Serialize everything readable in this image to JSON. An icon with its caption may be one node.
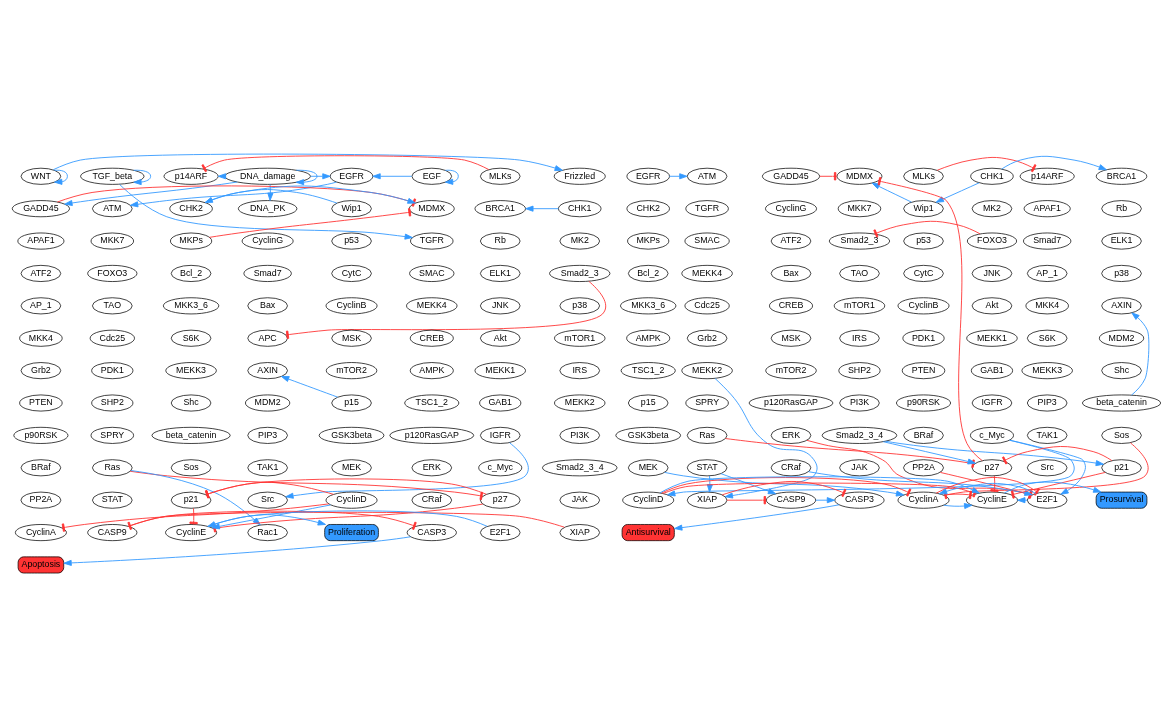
{
  "diagram": {
    "nodes": [
      {
        "text": [
          "WNT"
        ]
      },
      {
        "text": [
          "DNA_damage"
        ]
      },
      {
        "text": [
          "EGF"
        ]
      },
      {
        "text": [
          "TGF_beta"
        ]
      },
      {
        "text": [
          "Frizzled"
        ]
      },
      {
        "text": [
          "MLKs"
        ]
      },
      {
        "text": [
          "p14ARF"
        ]
      },
      {
        "text": [
          "EGFR"
        ]
      },
      {
        "text": [
          "GADD45"
        ]
      },
      {
        "text": [
          "DNA_PK"
        ]
      },
      {
        "text": [
          "MDMX"
        ]
      },
      {
        "text": [
          "ATM"
        ]
      },
      {
        "text": [
          "CHK1"
        ]
      },
      {
        "text": [
          "BRCA1"
        ]
      },
      {
        "text": [
          "CHK2"
        ]
      },
      {
        "text": [
          "Wip1"
        ]
      },
      {
        "text": [
          "APAF1"
        ]
      },
      {
        "text": [
          "CyclinG"
        ]
      },
      {
        "text": [
          "TGFR"
        ]
      },
      {
        "text": [
          "MKK7"
        ]
      },
      {
        "text": [
          "MK2"
        ]
      },
      {
        "text": [
          "Rb"
        ]
      },
      {
        "text": [
          "MKPs"
        ]
      },
      {
        "text": [
          "p53"
        ]
      },
      {
        "text": [
          "ATF2"
        ]
      },
      {
        "text": [
          "Smad7"
        ]
      },
      {
        "text": [
          "SMAC"
        ]
      },
      {
        "text": [
          "FOXO3"
        ]
      },
      {
        "text": [
          "Smad2_3"
        ]
      },
      {
        "text": [
          "ELK1"
        ]
      },
      {
        "text": [
          "Bcl_2"
        ]
      },
      {
        "text": [
          "CytC"
        ]
      },
      {
        "text": [
          "AP_1"
        ]
      },
      {
        "text": [
          "Bax"
        ]
      },
      {
        "text": [
          "MEKK4"
        ]
      },
      {
        "text": [
          "TAO"
        ]
      },
      {
        "text": [
          "p38"
        ]
      },
      {
        "text": [
          "JNK"
        ]
      },
      {
        "text": [
          "MKK3_6"
        ]
      },
      {
        "text": [
          "CyclinB"
        ]
      },
      {
        "text": [
          "MKK4"
        ]
      },
      {
        "text": [
          "APC"
        ]
      },
      {
        "text": [
          "CREB"
        ]
      },
      {
        "text": [
          "Cdc25"
        ]
      },
      {
        "text": [
          "mTOR1"
        ]
      },
      {
        "text": [
          "Akt"
        ]
      },
      {
        "text": [
          "S6K"
        ]
      },
      {
        "text": [
          "MSK"
        ]
      },
      {
        "text": [
          "Grb2"
        ]
      },
      {
        "text": [
          "AXIN"
        ]
      },
      {
        "text": [
          "AMPK"
        ]
      },
      {
        "text": [
          "PDK1"
        ]
      },
      {
        "text": [
          "IRS"
        ]
      },
      {
        "text": [
          "MEKK1"
        ]
      },
      {
        "text": [
          "MEKK3"
        ]
      },
      {
        "text": [
          "mTOR2"
        ]
      },
      {
        "text": [
          "PTEN"
        ]
      },
      {
        "text": [
          "MDM2"
        ]
      },
      {
        "text": [
          "TSC1_2"
        ]
      },
      {
        "text": [
          "SHP2"
        ]
      },
      {
        "text": [
          "MEKK2"
        ]
      },
      {
        "text": [
          "GAB1"
        ]
      },
      {
        "text": [
          "Shc"
        ]
      },
      {
        "text": [
          "p15"
        ]
      },
      {
        "text": [
          "p90RSK"
        ]
      },
      {
        "text": [
          "PIP3"
        ]
      },
      {
        "text": [
          "p120RasGAP"
        ]
      },
      {
        "text": [
          "SPRY"
        ]
      },
      {
        "text": [
          "PI3K"
        ]
      },
      {
        "text": [
          "IGFR"
        ]
      },
      {
        "text": [
          "beta_catenin"
        ]
      },
      {
        "text": [
          "GSK3beta"
        ]
      },
      {
        "text": [
          "BRaf"
        ]
      },
      {
        "text": [
          "TAK1"
        ]
      },
      {
        "text": [
          "ERK"
        ]
      },
      {
        "text": [
          "Ras"
        ]
      },
      {
        "text": [
          "Smad2_3_4"
        ]
      },
      {
        "text": [
          "c_Myc"
        ]
      },
      {
        "text": [
          "Sos"
        ]
      },
      {
        "text": [
          "MEK"
        ]
      },
      {
        "text": [
          "PP2A"
        ]
      },
      {
        "text": [
          "Src"
        ]
      },
      {
        "text": [
          "CRaf"
        ]
      },
      {
        "text": [
          "STAT"
        ]
      },
      {
        "text": [
          "JAK"
        ]
      },
      {
        "text": [
          "p27"
        ]
      },
      {
        "text": [
          "p21"
        ]
      },
      {
        "text": [
          "CyclinD"
        ]
      },
      {
        "text": [
          "CyclinA"
        ]
      },
      {
        "text": [
          "Rac1"
        ]
      },
      {
        "text": [
          "CASP3"
        ]
      },
      {
        "text": [
          "CASP9"
        ]
      },
      {
        "text": [
          "XIAP"
        ]
      },
      {
        "text": [
          "E2F1"
        ]
      },
      {
        "text": [
          "CyclinE"
        ]
      },
      {
        "text": [
          "Proliferation"
        ]
      },
      {
        "text": [
          "Apoptosis"
        ]
      },
      {
        "text": [
          "EGFR"
        ]
      },
      {
        "text": [
          "MLKs"
        ]
      },
      {
        "text": [
          "p14ARF"
        ]
      },
      {
        "text": [
          "GADD45"
        ]
      },
      {
        "text": [
          "ATM"
        ]
      },
      {
        "text": [
          "MDMX"
        ]
      },
      {
        "text": [
          "CHK1"
        ]
      },
      {
        "text": [
          "BRCA1"
        ]
      },
      {
        "text": [
          "CHK2"
        ]
      },
      {
        "text": [
          "Wip1"
        ]
      },
      {
        "text": [
          "APAF1"
        ]
      },
      {
        "text": [
          "CyclinG"
        ]
      },
      {
        "text": [
          "TGFR"
        ]
      },
      {
        "text": [
          "MKK7"
        ]
      },
      {
        "text": [
          "MK2"
        ]
      },
      {
        "text": [
          "Rb"
        ]
      },
      {
        "text": [
          "MKPs"
        ]
      },
      {
        "text": [
          "p53"
        ]
      },
      {
        "text": [
          "Smad7"
        ]
      },
      {
        "text": [
          "ATF2"
        ]
      },
      {
        "text": [
          "SMAC"
        ]
      },
      {
        "text": [
          "Smad2_3"
        ]
      },
      {
        "text": [
          "FOXO3"
        ]
      },
      {
        "text": [
          "ELK1"
        ]
      },
      {
        "text": [
          "Bcl_2"
        ]
      },
      {
        "text": [
          "CytC"
        ]
      },
      {
        "text": [
          "AP_1"
        ]
      },
      {
        "text": [
          "Bax"
        ]
      },
      {
        "text": [
          "MEKK4"
        ]
      },
      {
        "text": [
          "TAO"
        ]
      },
      {
        "text": [
          "JNK"
        ]
      },
      {
        "text": [
          "p38"
        ]
      },
      {
        "text": [
          "MKK3_6"
        ]
      },
      {
        "text": [
          "CyclinB"
        ]
      },
      {
        "text": [
          "MKK4"
        ]
      },
      {
        "text": [
          "CREB"
        ]
      },
      {
        "text": [
          "Cdc25"
        ]
      },
      {
        "text": [
          "mTOR1"
        ]
      },
      {
        "text": [
          "Akt"
        ]
      },
      {
        "text": [
          "AXIN"
        ]
      },
      {
        "text": [
          "AMPK"
        ]
      },
      {
        "text": [
          "PDK1"
        ]
      },
      {
        "text": [
          "S6K"
        ]
      },
      {
        "text": [
          "MSK"
        ]
      },
      {
        "text": [
          "Grb2"
        ]
      },
      {
        "text": [
          "IRS"
        ]
      },
      {
        "text": [
          "MEKK1"
        ]
      },
      {
        "text": [
          "MDM2"
        ]
      },
      {
        "text": [
          "TSC1_2"
        ]
      },
      {
        "text": [
          "PTEN"
        ]
      },
      {
        "text": [
          "MEKK3"
        ]
      },
      {
        "text": [
          "mTOR2"
        ]
      },
      {
        "text": [
          "MEKK2"
        ]
      },
      {
        "text": [
          "SHP2"
        ]
      },
      {
        "text": [
          "GAB1"
        ]
      },
      {
        "text": [
          "Shc"
        ]
      },
      {
        "text": [
          "p15"
        ]
      },
      {
        "text": [
          "p90RSK"
        ]
      },
      {
        "text": [
          "PIP3"
        ]
      },
      {
        "text": [
          "p120RasGAP"
        ]
      },
      {
        "text": [
          "SPRY"
        ]
      },
      {
        "text": [
          "PI3K"
        ]
      },
      {
        "text": [
          "IGFR"
        ]
      },
      {
        "text": [
          "beta_catenin"
        ]
      },
      {
        "text": [
          "GSK3beta"
        ]
      },
      {
        "text": [
          "BRaf"
        ]
      },
      {
        "text": [
          "TAK1"
        ]
      },
      {
        "text": [
          "ERK"
        ]
      },
      {
        "text": [
          "Ras"
        ]
      },
      {
        "text": [
          "Smad2_3_4"
        ]
      },
      {
        "text": [
          "c_Myc"
        ]
      },
      {
        "text": [
          "Sos"
        ]
      },
      {
        "text": [
          "MEK"
        ]
      },
      {
        "text": [
          "PP2A"
        ]
      },
      {
        "text": [
          "Src"
        ]
      },
      {
        "text": [
          "CRaf"
        ]
      },
      {
        "text": [
          "STAT"
        ]
      },
      {
        "text": [
          "JAK"
        ]
      },
      {
        "text": [
          "p27"
        ]
      },
      {
        "text": [
          "p21"
        ]
      },
      {
        "text": [
          "CyclinD"
        ]
      },
      {
        "text": [
          "CyclinA"
        ]
      },
      {
        "text": [
          "E2F1"
        ]
      },
      {
        "text": [
          "CASP9"
        ]
      },
      {
        "text": [
          "XIAP"
        ]
      },
      {
        "text": [
          "CASP3"
        ]
      },
      {
        "text": [
          "CyclinE"
        ]
      },
      {
        "text": [
          "Prosurvival"
        ]
      },
      {
        "text": [
          "Antisurvival"
        ]
      }
    ],
    "edges": [
      {
        "from": 0,
        "to": 0,
        "arrow": "to"
      },
      {
        "from": 0,
        "to": 4,
        "arrow": "to"
      },
      {
        "from": 1,
        "to": 1,
        "arrow": "to"
      },
      {
        "from": 1,
        "to": 8,
        "arrow": "to"
      },
      {
        "from": 1,
        "to": 9,
        "arrow": "to"
      },
      {
        "from": 1,
        "to": 6,
        "arrow": "to"
      },
      {
        "from": 1,
        "to": 7,
        "arrow": "to"
      },
      {
        "from": 2,
        "to": 2,
        "arrow": "to"
      },
      {
        "from": 2,
        "to": 7,
        "arrow": "to"
      },
      {
        "from": 3,
        "to": 3,
        "arrow": "to"
      },
      {
        "from": 3,
        "to": 18,
        "arrow": "to"
      },
      {
        "from": 7,
        "to": 11,
        "arrow": "to"
      },
      {
        "from": 12,
        "to": 13,
        "arrow": "to"
      },
      {
        "from": 15,
        "to": 14,
        "arrow": "to"
      },
      {
        "from": 14,
        "to": 10,
        "arrow": "to"
      },
      {
        "from": 5,
        "to": 6,
        "arrow": "other",
        "color": "#ff3333"
      },
      {
        "from": 8,
        "to": 10,
        "arrow": "other",
        "color": "#ff3333"
      },
      {
        "from": 22,
        "to": 10,
        "arrow": "other",
        "color": "#ff3333"
      },
      {
        "from": 28,
        "to": 41,
        "arrow": "other",
        "color": "#ff3333"
      },
      {
        "from": 63,
        "to": 49,
        "arrow": "to"
      },
      {
        "from": 75,
        "to": 89,
        "arrow": "to"
      },
      {
        "from": 75,
        "to": 85,
        "arrow": "other",
        "color": "#ff3333"
      },
      {
        "from": 85,
        "to": 86,
        "arrow": "other",
        "color": "#ff3333"
      },
      {
        "from": 87,
        "to": 86,
        "arrow": "other",
        "color": "#ff3333"
      },
      {
        "from": 87,
        "to": 88,
        "arrow": "other",
        "color": "#ff3333"
      },
      {
        "from": 85,
        "to": 94,
        "arrow": "other",
        "color": "#ff3333"
      },
      {
        "from": 86,
        "to": 94,
        "arrow": "other",
        "color": "#ff3333"
      },
      {
        "from": 87,
        "to": 94,
        "arrow": "to"
      },
      {
        "from": 93,
        "to": 94,
        "arrow": "to"
      },
      {
        "from": 69,
        "to": 81,
        "arrow": "to"
      },
      {
        "from": 91,
        "to": 90,
        "arrow": "other",
        "color": "#ff3333"
      },
      {
        "from": 92,
        "to": 91,
        "arrow": "other",
        "color": "#ff3333"
      },
      {
        "from": 94,
        "to": 95,
        "arrow": "to"
      },
      {
        "from": 90,
        "to": 96,
        "arrow": "to"
      },
      {
        "from": 97,
        "to": 101,
        "arrow": "to"
      },
      {
        "from": 103,
        "to": 104,
        "arrow": "to"
      },
      {
        "from": 103,
        "to": 106,
        "arrow": "to"
      },
      {
        "from": 106,
        "to": 102,
        "arrow": "to"
      },
      {
        "from": 98,
        "to": 99,
        "arrow": "other",
        "color": "#ff3333"
      },
      {
        "from": 100,
        "to": 102,
        "arrow": "other",
        "color": "#ff3333"
      },
      {
        "from": 175,
        "to": 102,
        "arrow": "other",
        "color": "#ff3333"
      },
      {
        "from": 119,
        "to": 118,
        "arrow": "other",
        "color": "#ff3333"
      },
      {
        "from": 160,
        "to": 136,
        "arrow": "to"
      },
      {
        "from": 165,
        "to": 175,
        "arrow": "other",
        "color": "#ff3333"
      },
      {
        "from": 166,
        "to": 175,
        "arrow": "to"
      },
      {
        "from": 166,
        "to": 176,
        "arrow": "to"
      },
      {
        "from": 167,
        "to": 177,
        "arrow": "to"
      },
      {
        "from": 167,
        "to": 179,
        "arrow": "to"
      },
      {
        "from": 168,
        "to": 178,
        "arrow": "other",
        "color": "#ff3333"
      },
      {
        "from": 169,
        "to": 178,
        "arrow": "to"
      },
      {
        "from": 164,
        "to": 179,
        "arrow": "other",
        "color": "#ff3333"
      },
      {
        "from": 172,
        "to": 179,
        "arrow": "to"
      },
      {
        "from": 170,
        "to": 179,
        "arrow": "other",
        "color": "#ff3333"
      },
      {
        "from": 176,
        "to": 175,
        "arrow": "other",
        "color": "#ff3333"
      },
      {
        "from": 177,
        "to": 178,
        "arrow": "other",
        "color": "#ff3333"
      },
      {
        "from": 179,
        "to": 178,
        "arrow": "to"
      },
      {
        "from": 179,
        "to": 183,
        "arrow": "to"
      },
      {
        "from": 178,
        "to": 183,
        "arrow": "to"
      },
      {
        "from": 178,
        "to": 183,
        "arrow": "other",
        "color": "#ff3333"
      },
      {
        "from": 178,
        "to": 179,
        "arrow": "other",
        "color": "#ff3333"
      },
      {
        "from": 175,
        "to": 183,
        "arrow": "other",
        "color": "#ff3333"
      },
      {
        "from": 176,
        "to": 183,
        "arrow": "other",
        "color": "#ff3333"
      },
      {
        "from": 177,
        "to": 183,
        "arrow": "other",
        "color": "#ff3333"
      },
      {
        "from": 177,
        "to": 183,
        "arrow": "to"
      },
      {
        "from": 173,
        "to": 180,
        "arrow": "to"
      },
      {
        "from": 173,
        "to": 181,
        "arrow": "to"
      },
      {
        "from": 149,
        "to": 181,
        "arrow": "to"
      },
      {
        "from": 181,
        "to": 180,
        "arrow": "other",
        "color": "#ff3333"
      },
      {
        "from": 181,
        "to": 182,
        "arrow": "other",
        "color": "#ff3333"
      },
      {
        "from": 180,
        "to": 182,
        "arrow": "to"
      },
      {
        "from": 183,
        "to": 184,
        "arrow": "to"
      },
      {
        "from": 182,
        "to": 185,
        "arrow": "to"
      }
    ]
  }
}
